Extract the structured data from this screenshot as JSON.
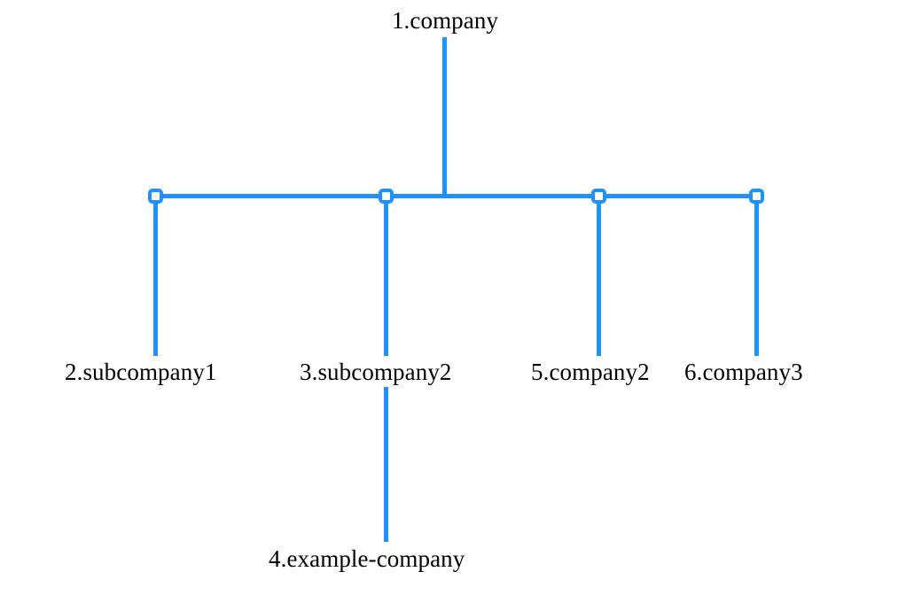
{
  "diagram": {
    "type": "tree",
    "title": "1.company",
    "accent_color": "#1e90ff",
    "node_fill_color": "#ffffff",
    "text_color": "#000000",
    "background_color": "#ffffff",
    "root": {
      "index": "1",
      "name": "company",
      "label": "1.company"
    },
    "nodes": [
      {
        "index": "2",
        "name": "subcompany1",
        "label": "2.subcompany1",
        "has_marker": true,
        "children": []
      },
      {
        "index": "3",
        "name": "subcompany2",
        "label": "3.subcompany2",
        "has_marker": true,
        "children": [
          {
            "index": "4",
            "name": "example-company",
            "label": "4.example-company",
            "has_marker": false,
            "children": []
          }
        ]
      },
      {
        "index": "5",
        "name": "company2",
        "label": "5.company2",
        "has_marker": true,
        "children": []
      },
      {
        "index": "6",
        "name": "company3",
        "label": "6.company3",
        "has_marker": true,
        "children": []
      }
    ]
  }
}
